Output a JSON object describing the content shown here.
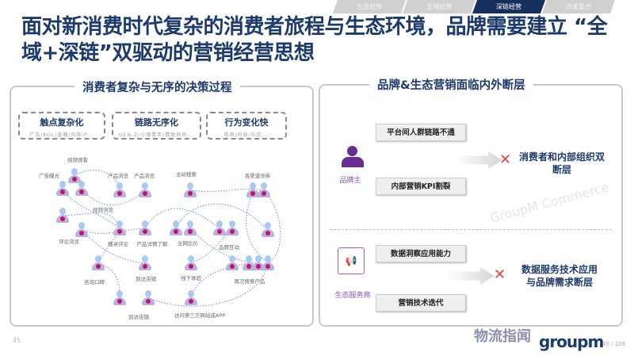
{
  "nav": {
    "tabs": [
      "生意经营",
      "全域经营",
      "深链经营",
      "流量整合"
    ],
    "active": 2
  },
  "title": "面对新消费时代复杂的消费者旅程与生态环境，品牌需要建立 “全域+深链”双驱动的营销经营思想",
  "left": {
    "title": "消费者复杂与无序的决策过程",
    "categories": [
      {
        "title": "触点复杂化",
        "sub": "广告/KOL/直播/内容IP..."
      },
      {
        "title": "链路无序化",
        "sub": "GEN-Z/小镇青年/精致妈妈..."
      },
      {
        "title": "行为变化快",
        "sub": "电商/内容/社交..."
      }
    ],
    "labels": [
      "视频观看",
      "广告曝光",
      "产品浏览",
      "产品浏览",
      "主动搜索",
      "各渠道领券",
      "视频浏览",
      "评论浏览",
      "搜寻评论",
      "产品详情了解",
      "全网比价",
      "品牌互动",
      "咨询口碑",
      "到访店铺",
      "线下体验",
      "再次搜索产品",
      "到访店铺",
      "访问第三方网站或APP"
    ]
  },
  "right": {
    "title": "品牌&生态营销面临内外断层",
    "brand": {
      "role": "品牌主",
      "issues": [
        "平台间人群链路不通",
        "内部营销KPI割裂"
      ],
      "result": "消费者和内部组织双断层"
    },
    "eco": {
      "role": "生态服务商",
      "issues": [
        "数据洞察应用能力",
        "营销技术迭代"
      ],
      "result": "数据服务技术应用与品牌需求断层"
    }
  },
  "watermark": "GroupM Commerce",
  "wechat_watermark": "物流指闻",
  "logo": "groupm",
  "footer": {
    "page_left": "45",
    "page_right": "45 / 108"
  },
  "colors": {
    "navy": "#1c3a6b",
    "purple": "#6a2c91",
    "red": "#e8413c"
  }
}
